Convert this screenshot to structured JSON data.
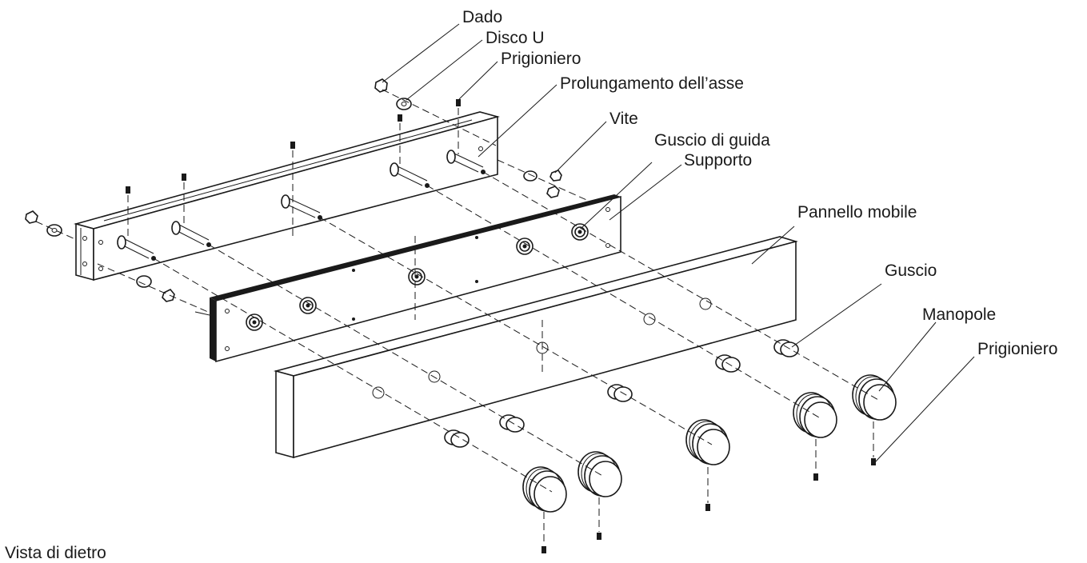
{
  "labels": {
    "dado": "Dado",
    "disco_u": "Disco U",
    "prigioniero_top": "Prigioniero",
    "prolungamento": "Prolungamento dell’asse",
    "vite": "Vite",
    "guscio_di_guida": "Guscio di guida",
    "supporto": "Supporto",
    "pannello_mobile": "Pannello mobile",
    "guscio": "Guscio",
    "manopole": "Manopole",
    "prigioniero_right": "Prigioniero"
  },
  "caption": "Vista di dietro"
}
